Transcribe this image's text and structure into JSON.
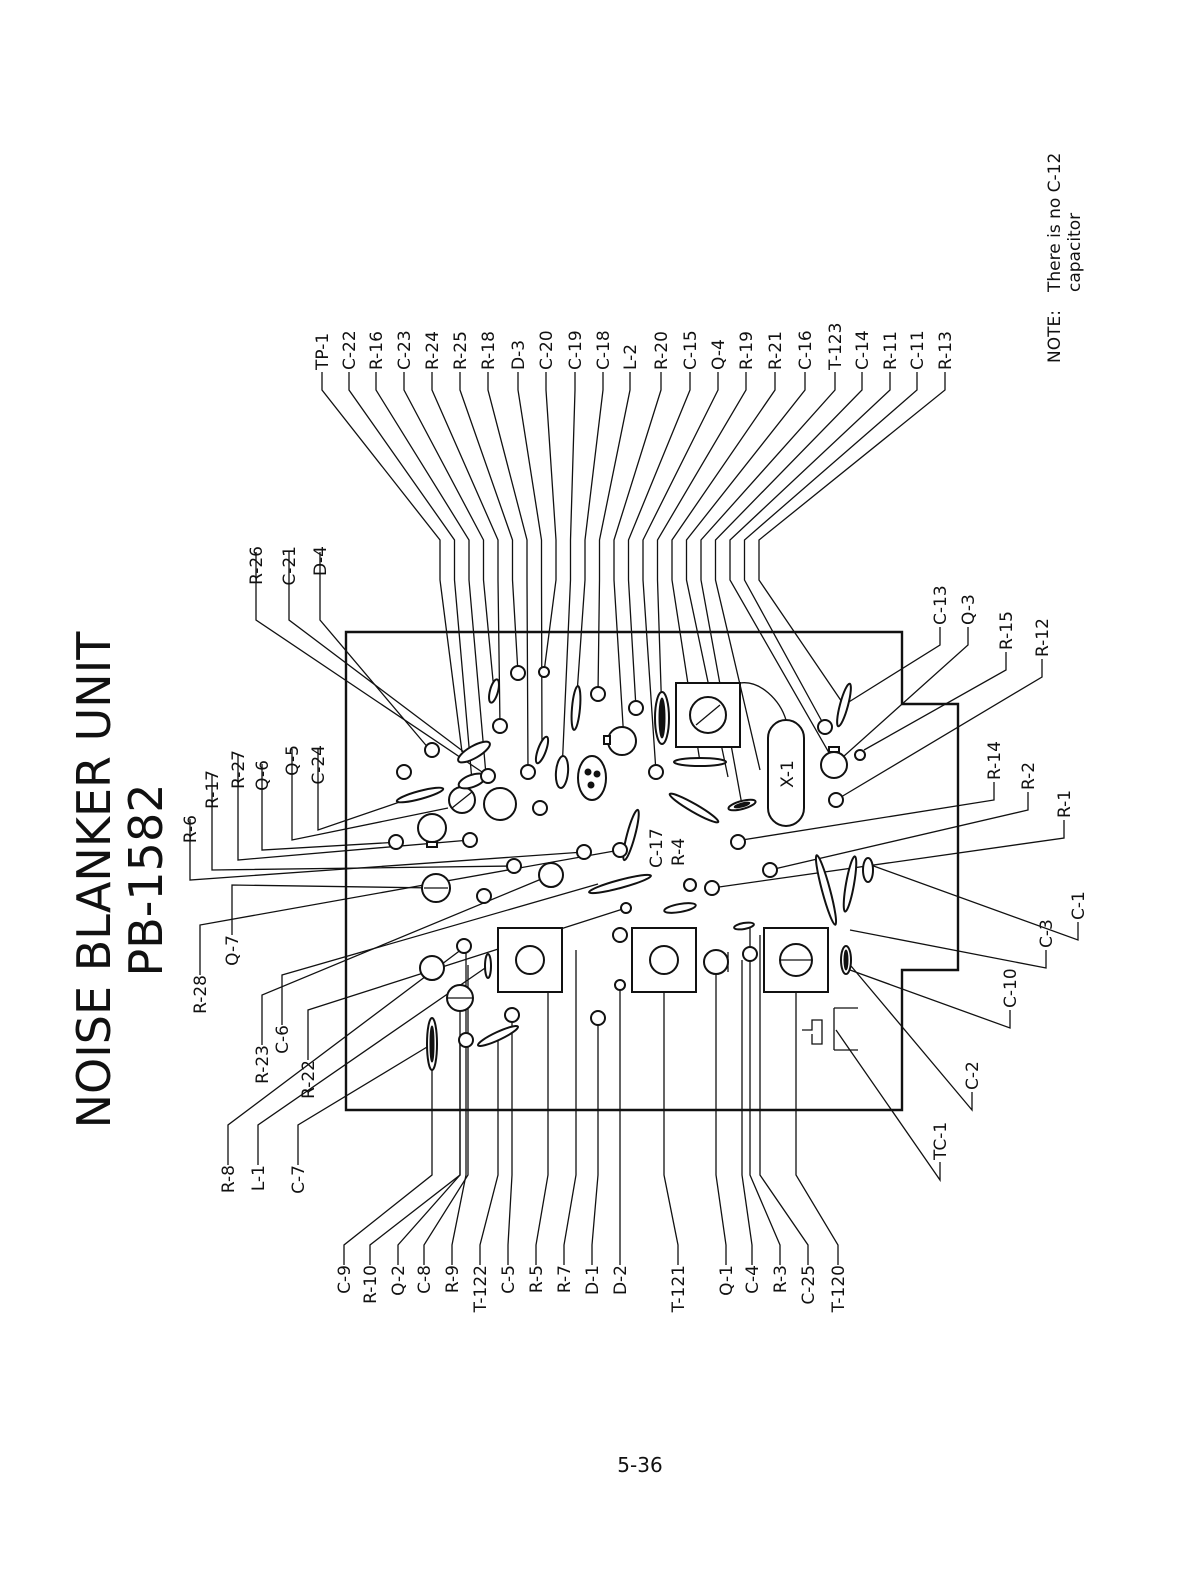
{
  "title": {
    "line1": "NOISE BLANKER UNIT",
    "line2": "PB-1582"
  },
  "note": {
    "prefix": "NOTE:",
    "line1": "There is no C-12",
    "line2": "capacitor"
  },
  "page_number": "5-36",
  "top_labels": [
    "TP-1",
    "C-22",
    "R-16",
    "C-23",
    "R-24",
    "R-25",
    "R-18",
    "D-3",
    "C-20",
    "C-19",
    "C-18",
    "L-2",
    "R-20",
    "C-15",
    "Q-4",
    "R-19",
    "R-21",
    "C-16",
    "T-123",
    "C-14",
    "R-11",
    "C-11",
    "R-13"
  ],
  "bottom_labels": [
    "C-9",
    "R-10",
    "Q-2",
    "C-8",
    "R-9",
    "T-122",
    "C-5",
    "R-5",
    "R-7",
    "D-1",
    "D-2",
    "T-121",
    "Q-1",
    "C-4",
    "R-3",
    "C-25",
    "T-120"
  ],
  "left_upper_labels": [
    "R-26",
    "C-21",
    "D-4"
  ],
  "left_mid_labels": [
    "R-6",
    "R-17",
    "R-27",
    "Q-6",
    "Q-5",
    "C-24"
  ],
  "left_lower_labels": [
    "R-28",
    "Q-7",
    "R-23",
    "C-6",
    "R-22",
    "R-8",
    "L-1",
    "C-7"
  ],
  "right_labels": [
    "C-13",
    "Q-3",
    "R-15",
    "R-12",
    "R-14",
    "R-2",
    "R-1",
    "C-1",
    "C-3",
    "C-10",
    "C-2",
    "TC-1"
  ],
  "board_labels": {
    "x1": "X-1",
    "c17": "C-17",
    "r4": "R-4"
  }
}
